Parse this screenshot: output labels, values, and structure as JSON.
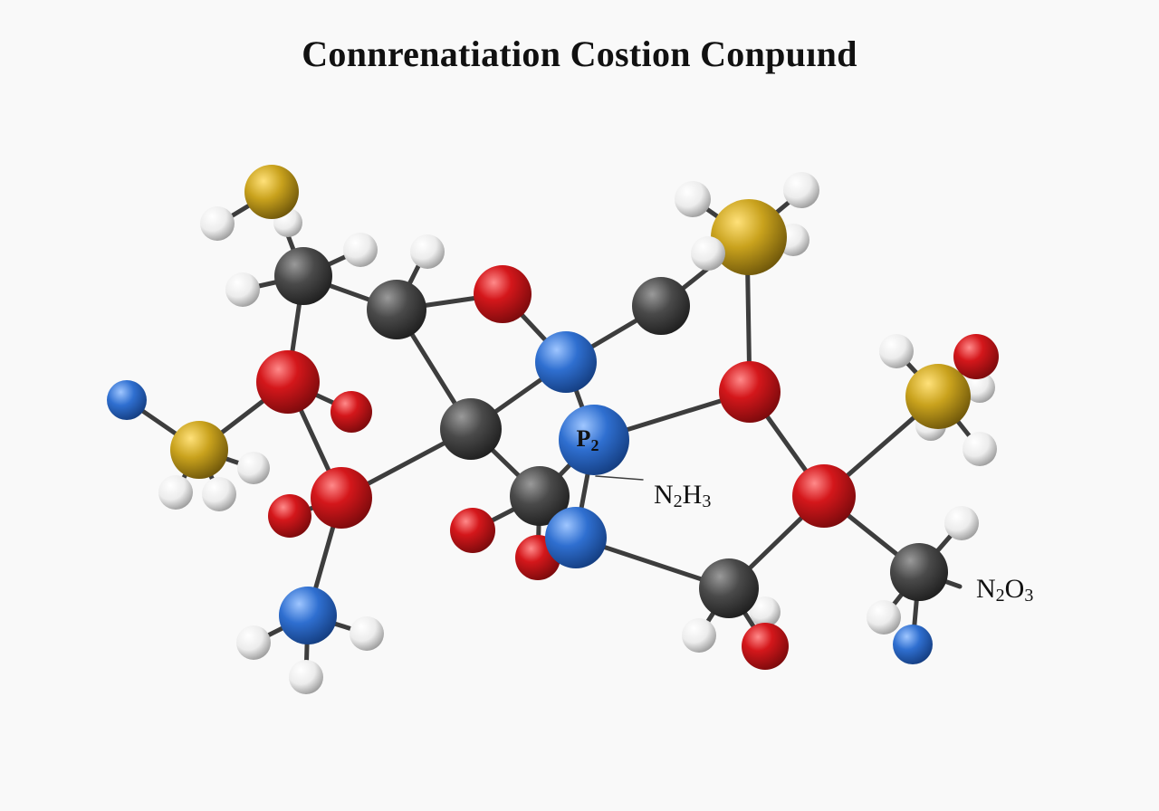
{
  "title": "Connrenatiation Costion Conpuınd",
  "colors": {
    "carbon": "#4a4a4a",
    "oxygen": "#d4171b",
    "nitrogen": "#2f6fd0",
    "sulfur": "#c9a21d",
    "hydrogen": "#f2f2f2"
  },
  "atom_labels": {
    "p2": "P",
    "p2_sub": "2"
  },
  "labels": {
    "n2h3_a": "N",
    "n2h3_sub1": "2",
    "n2h3_b": "H",
    "n2h3_sub2": "3",
    "n2o3_a": "N",
    "n2o3_sub1": "2",
    "n2o3_b": "O",
    "n2o3_sub2": "3"
  }
}
